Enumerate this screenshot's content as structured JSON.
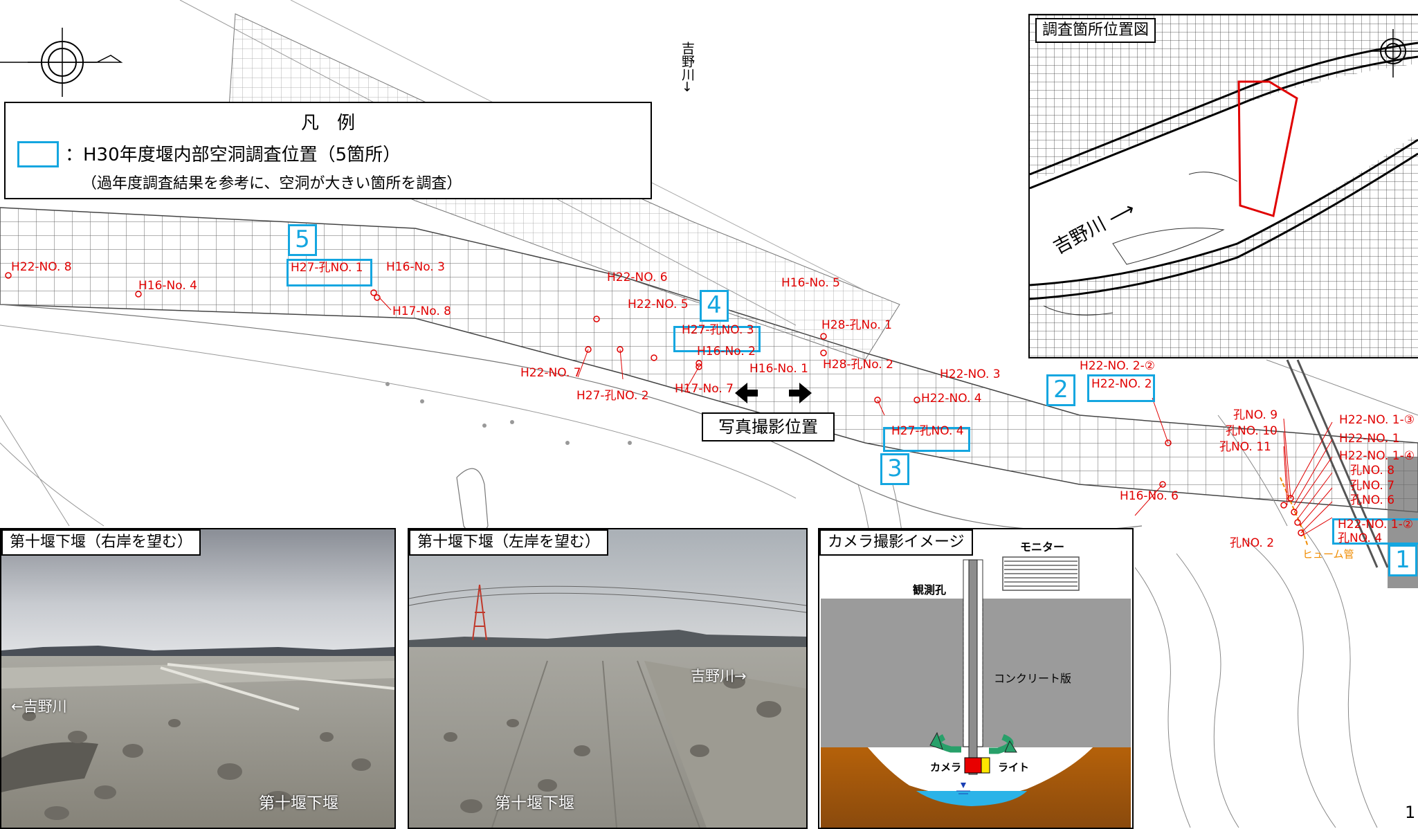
{
  "legend": {
    "title": "凡　例",
    "line1": "：H30年度堰内部空洞調査位置（5箇所）",
    "line2": "（過年度調査結果を参考に、空洞が大きい箇所を調査）"
  },
  "river_label_main": "吉野川→",
  "inset": {
    "title": "調査箇所位置図",
    "river_label": "吉野川 ⟶"
  },
  "survey_points": [
    "1",
    "2",
    "3",
    "4",
    "5"
  ],
  "point_labels": {
    "h22_no8": "H22-NO. 8",
    "h16_no4": "H16-No. 4",
    "h27_ko1": "H27-孔NO. 1",
    "h16_no3": "H16-No. 3",
    "h17_no8": "H17-No. 8",
    "h22_no6": "H22-NO. 6",
    "h22_no5": "H22-NO. 5",
    "h27_ko3": "H27-孔NO. 3",
    "h16_no5": "H16-No. 5",
    "h28_ko1": "H28-孔No. 1",
    "h16_no2": "H16-No. 2",
    "h22_no7": "H22-NO. 7",
    "h16_no1": "H16-No. 1",
    "h28_ko2": "H28-孔No. 2",
    "h27_ko2": "H27-孔NO. 2",
    "h17_no7": "H17-No. 7",
    "h22_no3": "H22-NO. 3",
    "h22_no4": "H22-NO. 4",
    "h22_no2_2": "H22-NO. 2-②",
    "h22_no2": "H22-NO. 2",
    "h27_ko4": "H27-孔NO. 4",
    "h16_no6": "H16-No. 6",
    "ko_no9": "孔NO. 9",
    "ko_no10": "孔NO. 10",
    "ko_no11": "孔NO. 11",
    "h22_no1_3": "H22-NO. 1-③",
    "h22_no1": "H22-NO. 1",
    "h22_no1_4": "H22-NO. 1-④",
    "ko_no8": "孔NO. 8",
    "ko_no7": "孔NO. 7",
    "ko_no6": "孔NO. 6",
    "h22_no1_2": "H22-NO. 1-②",
    "ko_no4": "孔NO. 4",
    "ko_no2": "孔NO. 2"
  },
  "hume_pipe_label": "ヒューム管",
  "photo_position_label": "写真撮影位置",
  "photo_panels": {
    "right": {
      "title": "第十堰下堰（右岸を望む）",
      "river": "←吉野川",
      "weir": "第十堰下堰"
    },
    "left": {
      "title": "第十堰下堰（左岸を望む）",
      "river": "吉野川→",
      "weir": "第十堰下堰"
    }
  },
  "camera_panel": {
    "title": "カメラ撮影イメージ",
    "monitor": "モニター",
    "hole": "観測孔",
    "slab": "コンクリート版",
    "camera": "カメラ",
    "light": "ライト"
  },
  "page_number": "1",
  "colors": {
    "survey_blue": "#14a6e0",
    "label_red": "#e00000",
    "inset_frame_red": "#e00000",
    "hume_orange": "#f08c00"
  }
}
